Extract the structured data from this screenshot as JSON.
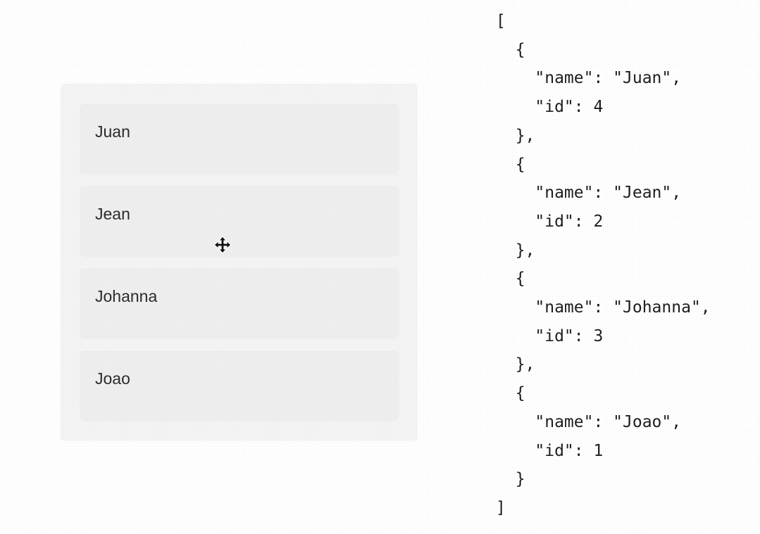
{
  "list": {
    "items": [
      {
        "label": "Juan"
      },
      {
        "label": "Jean"
      },
      {
        "label": "Johanna"
      },
      {
        "label": "Joao"
      }
    ]
  },
  "cursor": {
    "icon": "move-cursor-icon"
  },
  "json_output": {
    "text": "[\n  {\n    \"name\": \"Juan\",\n    \"id\": 4\n  },\n  {\n    \"name\": \"Jean\",\n    \"id\": 2\n  },\n  {\n    \"name\": \"Johanna\",\n    \"id\": 3\n  },\n  {\n    \"name\": \"Joao\",\n    \"id\": 1\n  }\n]"
  }
}
